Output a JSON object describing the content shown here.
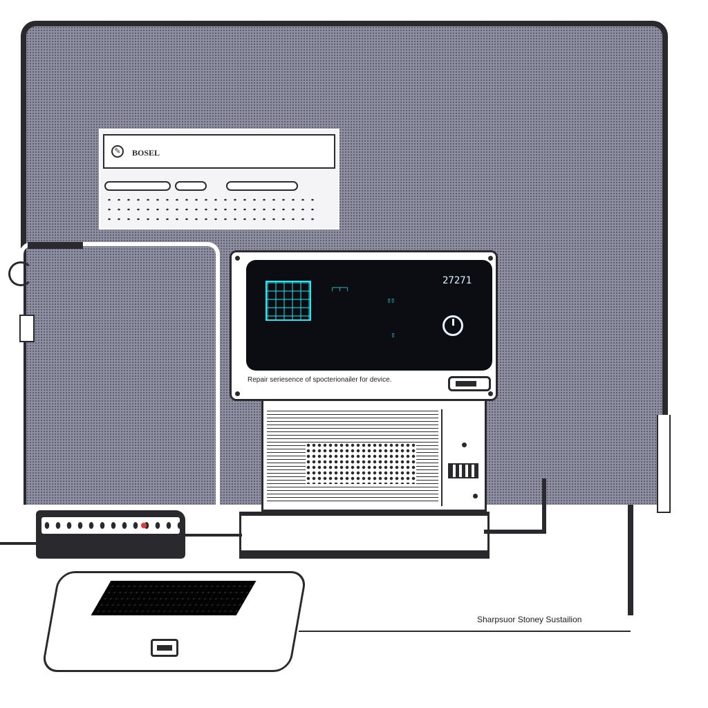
{
  "panel": {
    "brand": "BOSEL",
    "brand_icon": "satellite-dish-icon"
  },
  "device": {
    "readout": "27271",
    "caption": "Repair seriesence of spocterionailer for device."
  },
  "footer": {
    "label": "Sharpsuor Stoney Sustailion"
  },
  "colors": {
    "backdrop": "#8e90a2",
    "ink": "#2a2a2e",
    "screen": "#0c0d12",
    "screen_accent": "#2ee6f0",
    "lamp": "#e23b3b"
  }
}
